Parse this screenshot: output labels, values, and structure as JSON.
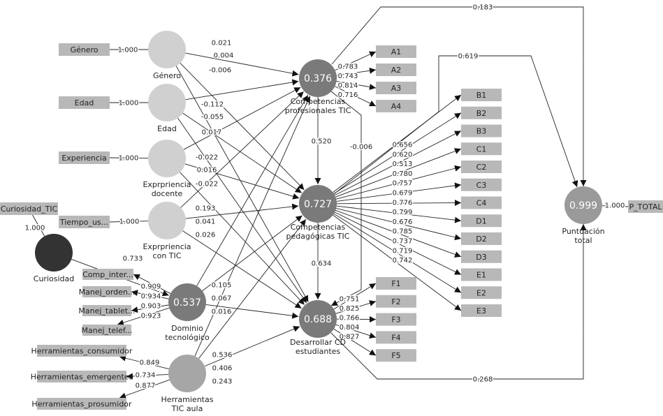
{
  "colors": {
    "exogenous": "#d0d0d0",
    "curiosity": "#333333",
    "endogenous": "#7a7a7a",
    "herramientas": "#a6a6a6",
    "total": "#9a9a9a",
    "indicator": "#b8b8b8",
    "line": "#222222"
  },
  "nodes": {
    "genero": {
      "label": [
        "Género"
      ],
      "value": ""
    },
    "edad": {
      "label": [
        "Edad"
      ],
      "value": ""
    },
    "expdoc": {
      "label": [
        "Exprpriencia",
        "docente"
      ],
      "value": ""
    },
    "exptic": {
      "label": [
        "Exprpriencia",
        "con TIC"
      ],
      "value": ""
    },
    "curiosidad": {
      "label": [
        "Curiosidad"
      ],
      "value": ""
    },
    "dominio": {
      "label": [
        "Dominio",
        "tecnológico"
      ],
      "value": "0.537"
    },
    "herr": {
      "label": [
        "Herramientas",
        "TIC aula"
      ],
      "value": ""
    },
    "cp": {
      "label": [
        "Competencias",
        "profesionales TIC"
      ],
      "value": "0.376"
    },
    "cped": {
      "label": [
        "Competencias",
        "pedagógicas TIC"
      ],
      "value": "0.727"
    },
    "cd": {
      "label": [
        "Desarrollar CD",
        "estudiantes"
      ],
      "value": "0.688"
    },
    "punt": {
      "label": [
        "Puntuación",
        "total"
      ],
      "value": "0.999"
    }
  },
  "indicators": [
    {
      "node": "genero",
      "name": "Género",
      "loading": "1.000"
    },
    {
      "node": "edad",
      "name": "Edad",
      "loading": "1.000"
    },
    {
      "node": "expdoc",
      "name": "Experiencia",
      "loading": "1.000"
    },
    {
      "node": "exptic",
      "name": "Tiempo_us...",
      "loading": "1.000"
    },
    {
      "node": "curiosidad",
      "name": "Curiosidad_TIC",
      "loading": "1.000"
    },
    {
      "node": "dominio",
      "name": "Comp_inter...",
      "loading": "0.909"
    },
    {
      "node": "dominio",
      "name": "Manej_orden...",
      "loading": "0.934"
    },
    {
      "node": "dominio",
      "name": "Manej_tablet...",
      "loading": "0.903"
    },
    {
      "node": "dominio",
      "name": "Manej_telef...",
      "loading": "0.923"
    },
    {
      "node": "herr",
      "name": "Herramientas_consumidor",
      "loading": "0.849"
    },
    {
      "node": "herr",
      "name": "Herramientas_emergentes",
      "loading": "0.734"
    },
    {
      "node": "herr",
      "name": "Herramientas_prosumidor",
      "loading": "0.877"
    },
    {
      "node": "cp",
      "name": "A1",
      "loading": "0.783"
    },
    {
      "node": "cp",
      "name": "A2",
      "loading": "0.743"
    },
    {
      "node": "cp",
      "name": "A3",
      "loading": "0.814"
    },
    {
      "node": "cp",
      "name": "A4",
      "loading": "0.716"
    },
    {
      "node": "cped",
      "name": "B1",
      "loading": "0.656"
    },
    {
      "node": "cped",
      "name": "B2",
      "loading": "0.620"
    },
    {
      "node": "cped",
      "name": "B3",
      "loading": "0.513"
    },
    {
      "node": "cped",
      "name": "C1",
      "loading": "0.780"
    },
    {
      "node": "cped",
      "name": "C2",
      "loading": "0.757"
    },
    {
      "node": "cped",
      "name": "C3",
      "loading": "0.679"
    },
    {
      "node": "cped",
      "name": "C4",
      "loading": "0.776"
    },
    {
      "node": "cped",
      "name": "D1",
      "loading": "0.799"
    },
    {
      "node": "cped",
      "name": "D2",
      "loading": "0.676"
    },
    {
      "node": "cped",
      "name": "D3",
      "loading": "0.785"
    },
    {
      "node": "cped",
      "name": "E1",
      "loading": "0.737"
    },
    {
      "node": "cped",
      "name": "E2",
      "loading": "0.719"
    },
    {
      "node": "cped",
      "name": "E3",
      "loading": "0.742"
    },
    {
      "node": "cd",
      "name": "F1",
      "loading": "0.751"
    },
    {
      "node": "cd",
      "name": "F2",
      "loading": "0.825"
    },
    {
      "node": "cd",
      "name": "F3",
      "loading": "0.766"
    },
    {
      "node": "cd",
      "name": "F4",
      "loading": "0.804"
    },
    {
      "node": "cd",
      "name": "F5",
      "loading": "0.827"
    },
    {
      "node": "punt",
      "name": "P_TOTAL",
      "loading": "1.000"
    }
  ],
  "paths": [
    {
      "from": "genero",
      "to": "cp",
      "coef": "0.021"
    },
    {
      "from": "genero",
      "to": "cped",
      "coef": "0.004"
    },
    {
      "from": "genero",
      "to": "cd",
      "coef": "-0.006"
    },
    {
      "from": "edad",
      "to": "cp",
      "coef": "-0.112"
    },
    {
      "from": "edad",
      "to": "cped",
      "coef": "-0.055"
    },
    {
      "from": "edad",
      "to": "cd",
      "coef": "0.017"
    },
    {
      "from": "expdoc",
      "to": "cp",
      "coef": "-0.022"
    },
    {
      "from": "expdoc",
      "to": "cped",
      "coef": "0.016"
    },
    {
      "from": "expdoc",
      "to": "cd",
      "coef": "-0.022"
    },
    {
      "from": "exptic",
      "to": "cp",
      "coef": "0.193"
    },
    {
      "from": "exptic",
      "to": "cped",
      "coef": "0.041"
    },
    {
      "from": "exptic",
      "to": "cd",
      "coef": "0.026"
    },
    {
      "from": "dominio",
      "to": "cp",
      "coef": "0.105"
    },
    {
      "from": "dominio",
      "to": "cped",
      "coef": "0.067"
    },
    {
      "from": "dominio",
      "to": "cd",
      "coef": "0.016"
    },
    {
      "from": "herr",
      "to": "cp",
      "coef": "0.536"
    },
    {
      "from": "herr",
      "to": "cped",
      "coef": "0.406"
    },
    {
      "from": "herr",
      "to": "cd",
      "coef": "0.243"
    },
    {
      "from": "curiosidad",
      "to": "dominio",
      "coef": "0.733"
    },
    {
      "from": "cp",
      "to": "cped",
      "coef": "0.520"
    },
    {
      "from": "cp",
      "to": "cd",
      "coef": "-0.006"
    },
    {
      "from": "cped",
      "to": "cd",
      "coef": "0.634"
    },
    {
      "from": "cp",
      "to": "punt",
      "coef": "0.183"
    },
    {
      "from": "cped",
      "to": "punt",
      "coef": "0.619"
    },
    {
      "from": "cd",
      "to": "punt",
      "coef": "0.268"
    }
  ]
}
